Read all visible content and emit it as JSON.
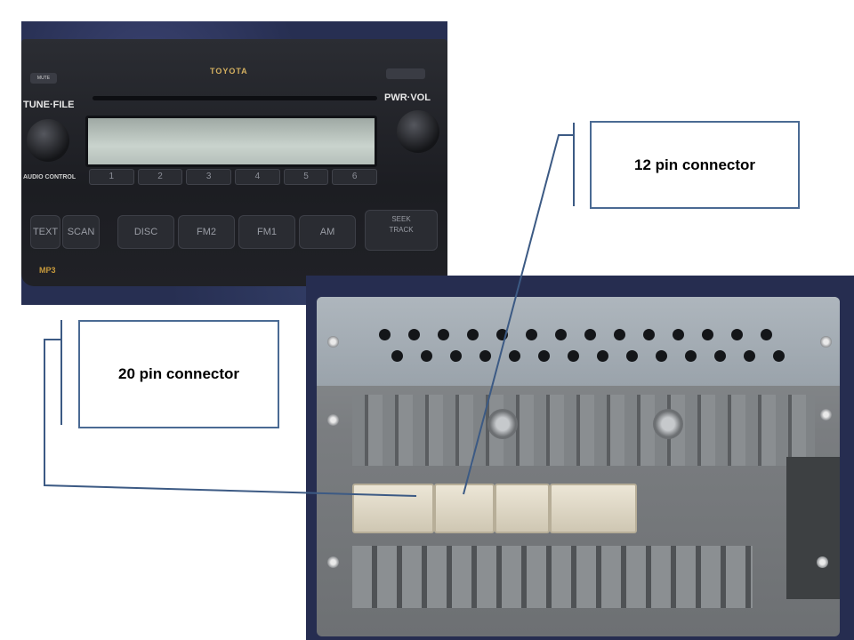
{
  "callouts": {
    "twelve_pin": "12 pin connector",
    "twenty_pin": "20 pin connector"
  },
  "front_panel": {
    "brand": "TOYOTA",
    "mute": "MUTE",
    "tune_file": "TUNE·FILE",
    "pwr_vol": "PWR·VOL",
    "audio_control": "AUDIO CONTROL",
    "presets": [
      "1",
      "2",
      "3",
      "4",
      "5",
      "6"
    ],
    "buttons": {
      "text": "TEXT",
      "scan": "SCAN",
      "disc": "DISC",
      "fm2": "FM2",
      "fm1": "FM1",
      "am": "AM",
      "seek": "SEEK",
      "track": "TRACK"
    },
    "mp3": "MP3"
  },
  "colors": {
    "callout_border": "#4a6a93",
    "leader_line": "#3c5a84"
  }
}
